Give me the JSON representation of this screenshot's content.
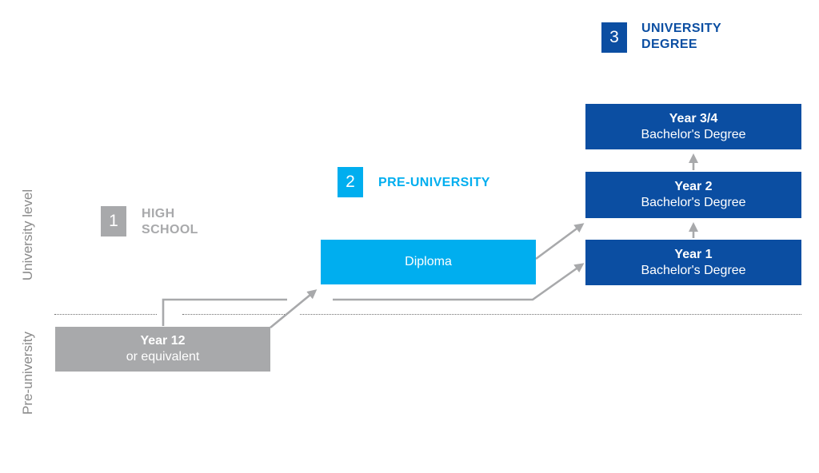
{
  "axis": {
    "upper_label": "University level",
    "lower_label": "Pre-university"
  },
  "steps": [
    {
      "number": "1",
      "title_lines": [
        "HIGH",
        "SCHOOL"
      ],
      "color": "#a8a9ab"
    },
    {
      "number": "2",
      "title_lines": [
        "PRE-UNIVERSITY"
      ],
      "color": "#00aeef"
    },
    {
      "number": "3",
      "title_lines": [
        "UNIVERSITY",
        "DEGREE"
      ],
      "color": "#0b4ea2"
    }
  ],
  "boxes": {
    "year12": {
      "line1": "Year 12",
      "line2": "or equivalent",
      "color": "#a8a9ab"
    },
    "diploma": {
      "line1": "Diploma",
      "color": "#00aeef"
    },
    "year1": {
      "line1": "Year 1",
      "line2": "Bachelor's Degree",
      "color": "#0b4ea2"
    },
    "year2": {
      "line1": "Year 2",
      "line2": "Bachelor's Degree",
      "color": "#0b4ea2"
    },
    "year34": {
      "line1": "Year 3/4",
      "line2": "Bachelor's Degree",
      "color": "#0b4ea2"
    }
  },
  "arrow_color": "#a8a9ab"
}
